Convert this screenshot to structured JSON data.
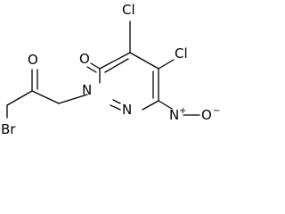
{
  "labels": {
    "cl_top": "Cl",
    "cl_right": "Cl",
    "o_carbonyl_ring": "O",
    "o_ketone": "O",
    "n_ring_1": "N",
    "n_ring_2": "N",
    "br": "Br",
    "nitro_n": "N",
    "nitro_n_charge": "+",
    "nitro_o": "O",
    "nitro_o_charge": "−"
  }
}
